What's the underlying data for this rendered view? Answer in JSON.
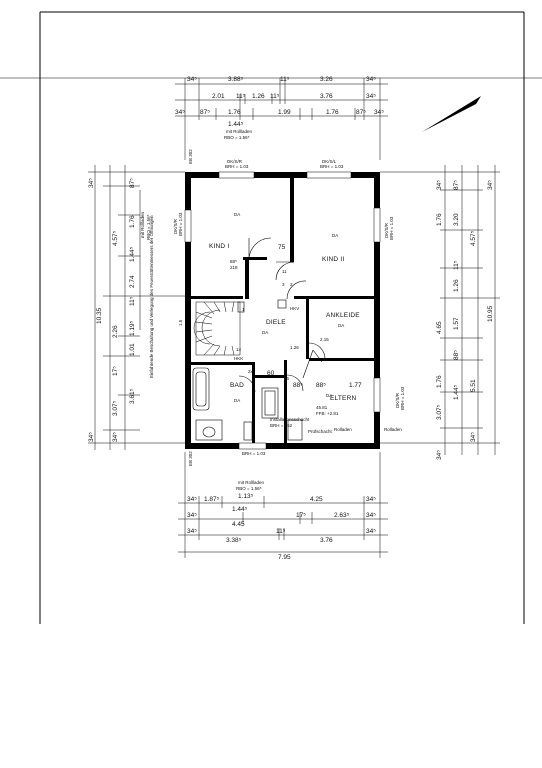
{
  "dims": {
    "top": [
      "34⁵",
      "3.88⁵",
      "11⁵",
      "3.26",
      "34⁵",
      "2.01",
      "11⁵",
      "1.26",
      "11⁵",
      "3.76",
      "34⁵",
      "34⁵",
      "87⁵",
      "1.76",
      "1.99",
      "1.76",
      "87⁵",
      "34⁵",
      "1.44⁵",
      "mit Rollladen",
      "RBO = 1.56⁵"
    ],
    "bottom": [
      "34⁵",
      "1.87⁵",
      "1.13⁵",
      "4.25",
      "34⁵",
      "mit Rollladen",
      "RBO = 1.56⁵",
      "34⁵",
      "1.44⁵",
      "17⁵",
      "2.63⁵",
      "34⁵",
      "4.45",
      "34⁵",
      "3.38⁵",
      "11⁵",
      "3.76",
      "34⁵",
      "7.95"
    ],
    "left": [
      "34⁵",
      "87⁵",
      "1.76",
      "4.57⁵",
      "1.44⁵",
      "mit Rollladen",
      "RBO = 1.56⁵",
      "2.74",
      "10.35",
      "2.26",
      "11⁵",
      "1.19⁵",
      "1.01",
      "17⁵",
      "3.07⁵",
      "3.61⁵",
      "34⁵",
      "34⁵",
      "Einfahrende Beschaltung und Verlegung des Feuerstättenmessers der Öffnungen"
    ],
    "right": [
      "34⁵",
      "87⁵",
      "34⁵",
      "1.76",
      "3.20",
      "4.57⁵",
      "11⁵",
      "1.26",
      "4.65",
      "1.57",
      "10.95",
      "1.76",
      "5.51",
      "1.44⁵",
      "88⁵",
      "3.07⁵",
      "34⁵",
      "34⁵"
    ]
  },
  "rooms": [
    {
      "name": "KIND I"
    },
    {
      "name": "KIND II"
    },
    {
      "name": "DIELE"
    },
    {
      "name": "ANKLEIDE"
    },
    {
      "name": "BAD"
    },
    {
      "name": "ELTERN",
      "area": "45.81",
      "ffb": "FFB: +2.81"
    }
  ],
  "labels": {
    "da": "DA",
    "dk_left": "DK/S/R",
    "dk_left_brh": "BRH = 1.03",
    "dk_right": "DK/S/L",
    "dk_right_brh": "BRH = 1.03",
    "hkv": "HKV",
    "hkk": "HKK",
    "h75": "75",
    "h60": "60",
    "v88a": "88⁵",
    "v88b": "88⁵",
    "v177": "1.77",
    "v215": "2.15",
    "v126": "1.26",
    "v26": "26",
    "n11": "11",
    "z14": "14",
    "x3": "3",
    "x2": "2",
    "n1": "1",
    "stair_a": "88⁵",
    "stair_b": "218",
    "stair_c": "2x",
    "rolladen": "Rolladen",
    "rolladen2": "Rolladen",
    "installation": "Installationsschacht",
    "installation_brh": "BRH = 152",
    "pruefschacht": "Prüfschacht",
    "brh_bottom": "BRH = 1.03",
    "ref_top": "EB 302",
    "ref_bottom": "EB 302",
    "window_left": "DK/S/R",
    "window_left_brh": "BRH = 1.03",
    "window_right": "DK/S/R",
    "window_right_brh": "BRH = 1.03",
    "window_right2": "DK/S/R",
    "window_right2_brh": "BRH = 1.03",
    "wall_mark": "1.5"
  }
}
